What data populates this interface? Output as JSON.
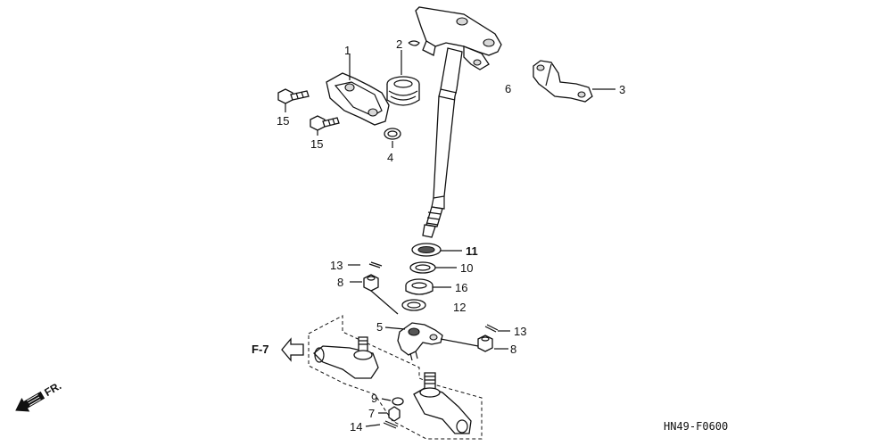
{
  "diagram": {
    "callouts": {
      "c1": "1",
      "c2": "2",
      "c3": "3",
      "c4": "4",
      "c5": "5",
      "c6": "6",
      "c7": "7",
      "c8a": "8",
      "c8b": "8",
      "c9": "9",
      "c10": "10",
      "c11": "11",
      "c12": "12",
      "c13a": "13",
      "c13b": "13",
      "c14": "14",
      "c15a": "15",
      "c15b": "15",
      "c16": "16"
    },
    "ref_arrow": "F-7",
    "front_arrow": "FR.",
    "figure_code": "HN49-F0600"
  }
}
